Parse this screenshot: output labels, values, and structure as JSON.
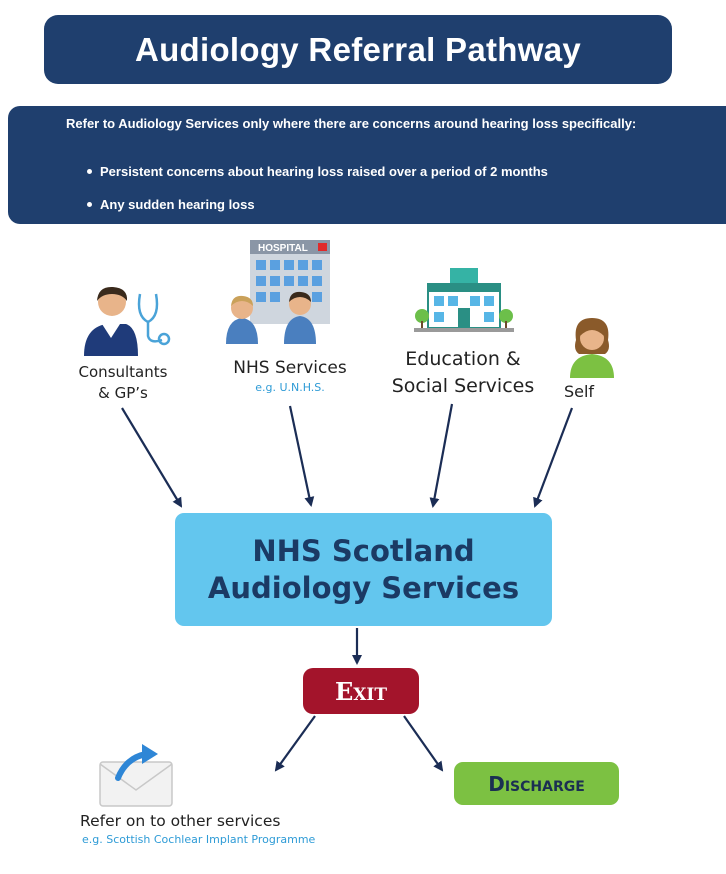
{
  "title": "Audiology Referral Pathway",
  "criteria": {
    "intro": "Refer to Audiology Services only where there are concerns around hearing loss specifically:",
    "items": [
      "Persistent concerns about hearing loss raised over a period of 2 months",
      "Any sudden hearing loss"
    ]
  },
  "sources": {
    "consultants": {
      "line1": "Consultants",
      "line2": "& GP’s"
    },
    "nhs": {
      "label": "NHS Services",
      "sub": "e.g. U.N.H.S.",
      "sign": "HOSPITAL"
    },
    "education": {
      "line1": "Education &",
      "line2": "Social Services"
    },
    "self": {
      "label": "Self"
    }
  },
  "center": {
    "line1": "NHS Scotland",
    "line2": "Audiology Services"
  },
  "exit": {
    "label": "Exit"
  },
  "discharge": {
    "label": "Discharge"
  },
  "refer": {
    "label": "Refer on to other services",
    "sub": "e.g.  Scottish Cochlear Implant Programme"
  },
  "colors": {
    "navy": "#1f3f6e",
    "light_blue": "#63c6ee",
    "exit_red": "#a3142b",
    "discharge_green": "#7cc142",
    "sub_text_blue": "#2e9bd6"
  },
  "icons": [
    "doctor-icon",
    "hospital-icon",
    "school-building-icon",
    "person-icon",
    "mail-forward-icon"
  ]
}
